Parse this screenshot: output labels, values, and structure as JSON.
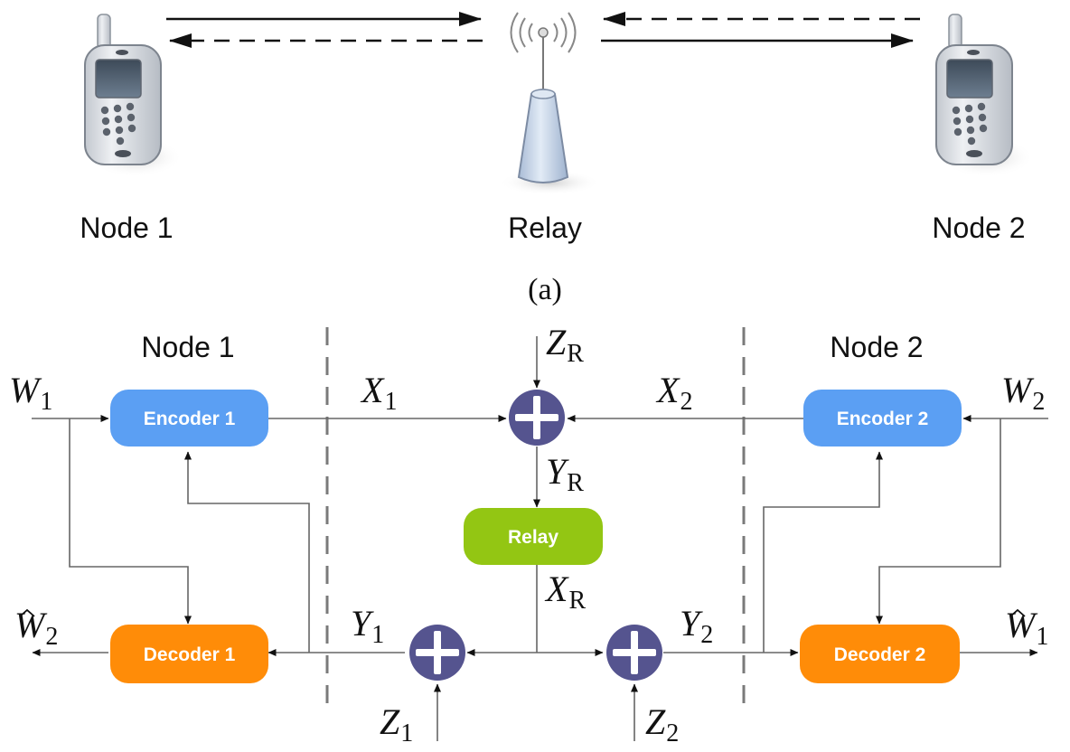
{
  "part_a": {
    "node1_label": "Node 1",
    "relay_label": "Relay",
    "node2_label": "Node 2",
    "caption": "(a)"
  },
  "part_b": {
    "node1_title": "Node 1",
    "node2_title": "Node 2",
    "encoder1": "Encoder 1",
    "encoder2": "Encoder 2",
    "decoder1": "Decoder 1",
    "decoder2": "Decoder 2",
    "relay": "Relay",
    "vars": {
      "W1_base": "W",
      "W1_sub": "1",
      "W2_base": "W",
      "W2_sub": "2",
      "X1_base": "X",
      "X1_sub": "1",
      "X2_base": "X",
      "X2_sub": "2",
      "ZR_base": "Z",
      "ZR_sub": "R",
      "YR_base": "Y",
      "YR_sub": "R",
      "XR_base": "X",
      "XR_sub": "R",
      "Y1_base": "Y",
      "Y1_sub": "1",
      "Y2_base": "Y",
      "Y2_sub": "2",
      "Z1_base": "Z",
      "Z1_sub": "1",
      "Z2_base": "Z",
      "Z2_sub": "2",
      "W2hat_base": "W",
      "W2hat_sub": "2",
      "W1hat_base": "W",
      "W1hat_sub": "1"
    }
  },
  "colors": {
    "encoder": "#5b9ff3",
    "decoder": "#ff8c08",
    "relay_box": "#93c613",
    "adder": "#55548f",
    "phone_body": "#d9dde3",
    "tower": "#c8d6ea"
  },
  "icons": [
    "mobile-phone-icon",
    "relay-tower-icon",
    "wireless-signal-icon",
    "adder-icon"
  ]
}
